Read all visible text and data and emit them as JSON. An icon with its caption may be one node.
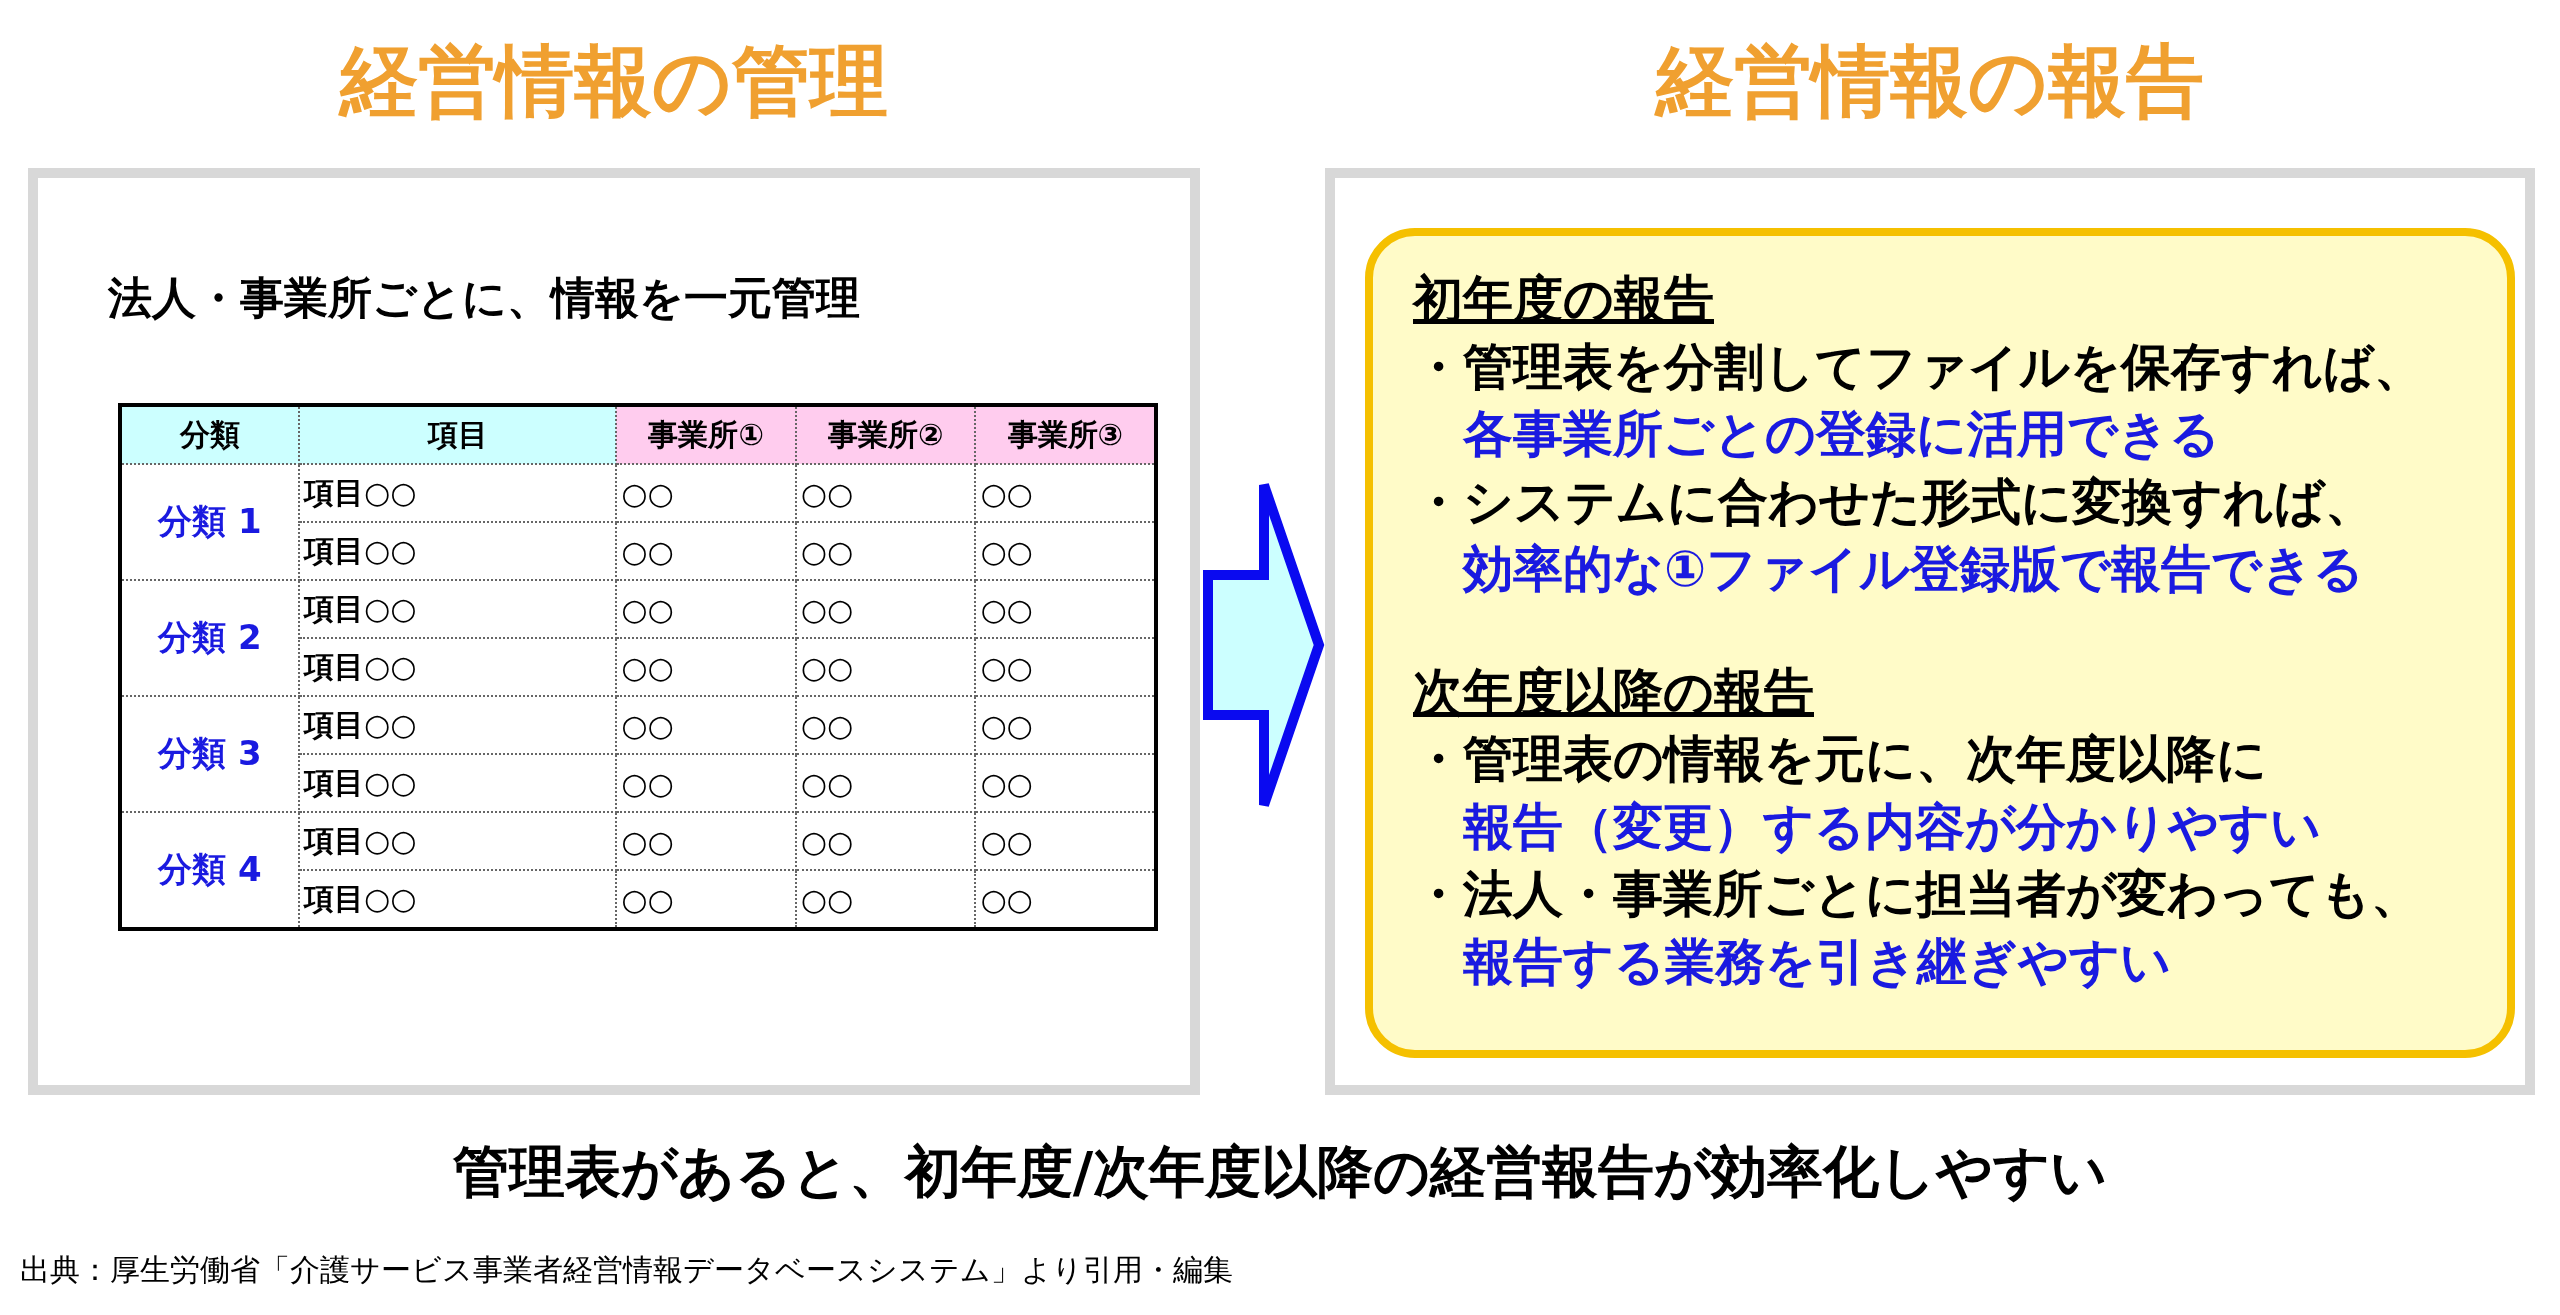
{
  "diagram": {
    "caption": "管理表があると、初年度/次年度以降の経営報告が効率化しやすい",
    "nodes": [
      {
        "text": [
          "経営情報の管理",
          "法人・事業所ごとに、情報を一元管理"
        ]
      },
      {
        "text": [
          "経営情報の報告"
        ]
      },
      {
        "text": [
          "初年度の報告",
          "・管理表を分割してファイルを保存すれば、",
          "各事業所ごとの登録に活用できる",
          "・システムに合わせた形式に変換すれば、",
          "効率的な①ファイル登録版で報告できる",
          "次年度以降の報告",
          "・管理表の情報を元に、次年度以降に",
          "報告（変更）する内容が分かりやすい",
          "・法人・事業所ごとに担当者が変わっても、",
          "報告する業務を引き継ぎやすい"
        ],
        "in": 1
      }
    ],
    "edges": [
      {
        "from": 0,
        "to": 1,
        "arrow": "to"
      }
    ],
    "labels": [
      "分類",
      "項目",
      "事業所①",
      "事業所②",
      "事業所③",
      "分類 1",
      "項目○○",
      "○○",
      "○○",
      "○○",
      "項目○○",
      "○○",
      "○○",
      "○○",
      "分類 2",
      "項目○○",
      "○○",
      "○○",
      "○○",
      "項目○○",
      "○○",
      "○○",
      "○○",
      "分類 3",
      "項目○○",
      "○○",
      "○○",
      "○○",
      "項目○○",
      "○○",
      "○○",
      "○○",
      "分類 4",
      "項目○○",
      "○○",
      "○○",
      "○○",
      "項目○○",
      "○○",
      "○○",
      "○○",
      "出典：厚生労働省「介護サービス事業者経営情報データベースシステム」より引用・編集"
    ]
  }
}
